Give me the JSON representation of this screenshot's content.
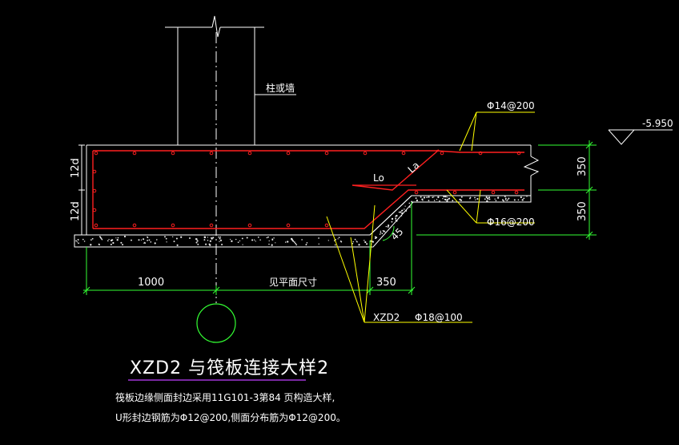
{
  "colors": {
    "background": "#000000",
    "outline": "#ffffff",
    "rebar": "#ff2020",
    "dimension": "#33ff33",
    "leader": "#ffff00",
    "title_underline": "#c040ff",
    "concrete_fill": "#e8e8e8"
  },
  "labels": {
    "column_wall": "柱或墙",
    "top_rebar": "Φ14@200",
    "bottom_rebar": "Φ16@200",
    "elevation": "-5.950",
    "lo_left": "Lo",
    "la_label": "La",
    "slope_angle": "45",
    "height_top": "12d",
    "height_bottom": "12d",
    "dim_350_top": "350",
    "dim_350_bottom": "350",
    "dim_1000": "1000",
    "dim_plan": "见平面尺寸",
    "dim_350_horizontal": "350",
    "xzd_label": "XZD2",
    "xzd_rebar": "Φ18@100"
  },
  "title": "XZD2 与筏板连接大样2",
  "notes": [
    "筏板边缘侧面封边采用11G101-3第84 页构造大样,",
    "U形封边钢筋为Φ12@200,侧面分布筋为Φ12@200。"
  ]
}
